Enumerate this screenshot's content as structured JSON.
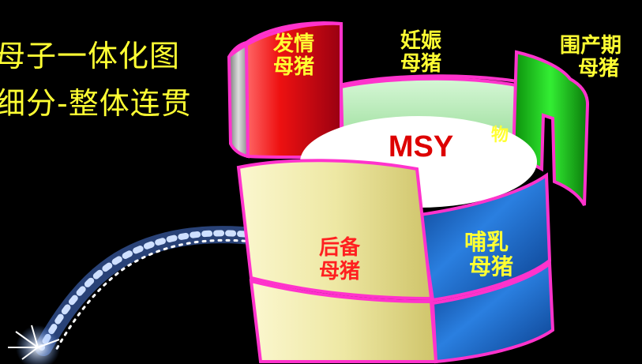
{
  "title": {
    "line1": "母子一体化图",
    "line2": "细分-整体连贯"
  },
  "center": {
    "label": "MSY",
    "hidden_text": "物"
  },
  "segments": {
    "estrus": {
      "line1": "发情",
      "line2": "母猪"
    },
    "gestation": {
      "line1": "妊娠",
      "line2": "母猪"
    },
    "farrowing": {
      "line1": "围产期",
      "line2": "母猪"
    },
    "lactation": {
      "line1": "哺乳",
      "line2": "母猪"
    },
    "gilt": {
      "line1": "后备",
      "line2": "母猪"
    }
  },
  "colors": {
    "background": "#000000",
    "title": "#ffff33",
    "border": "#ff33cc",
    "estrus": "#dd1122",
    "gestation": "#b8f0b8",
    "farrowing": "#22cc22",
    "lactation": "#1a66cc",
    "gilt": "#e8e09a",
    "center": "#ffffff",
    "center_text": "#dd0000",
    "label_red": "#ff2020",
    "label_yellow": "#ffff33"
  }
}
